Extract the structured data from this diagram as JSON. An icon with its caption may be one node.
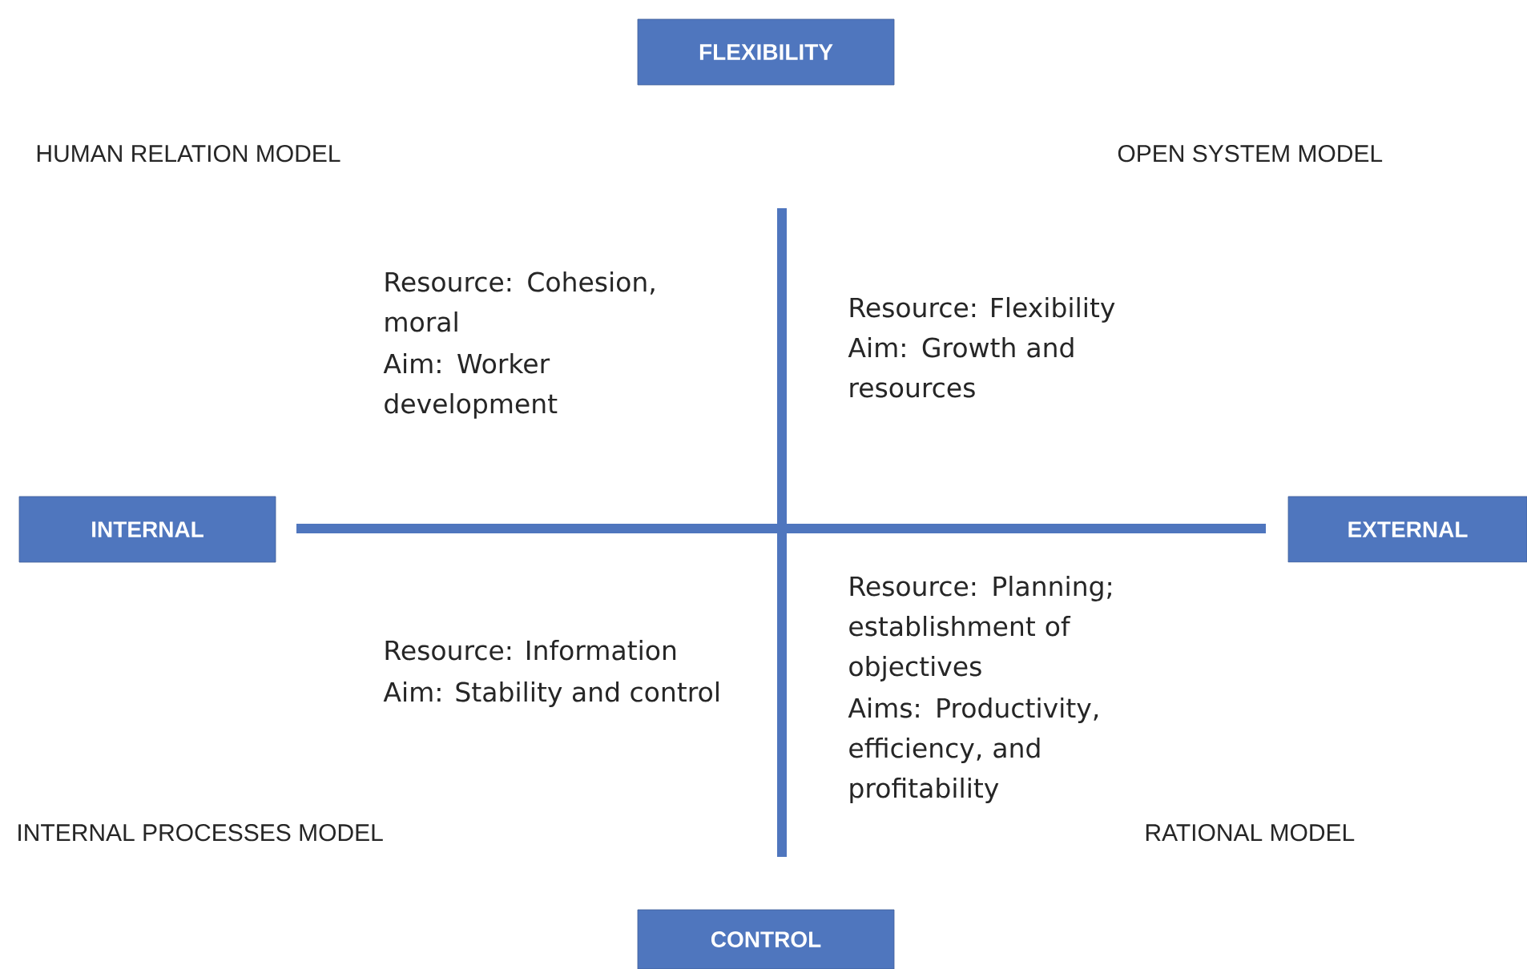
{
  "diagram": {
    "nodes": [
      {
        "text": [
          "FLEXIBILITY"
        ]
      },
      {
        "text": [
          "INTERNAL"
        ]
      },
      {
        "text": [
          "EXTERNAL"
        ]
      },
      {
        "text": [
          "CONTROL"
        ]
      }
    ],
    "labels": [
      "HUMAN RELATION MODEL",
      "OPEN SYSTEM MODEL",
      "Resource: Cohesion, moral",
      "Aim: Worker development",
      "Resource: Flexibility",
      "Aim: Growth and resources",
      "Resource: Planning; establishment of objectives",
      "Resource: Information",
      "Aim: Stability and control",
      "Aims: Productivity, efficiency, and profitability",
      "INTERNAL PROCESSES MODEL",
      "RATIONAL MODEL"
    ]
  }
}
